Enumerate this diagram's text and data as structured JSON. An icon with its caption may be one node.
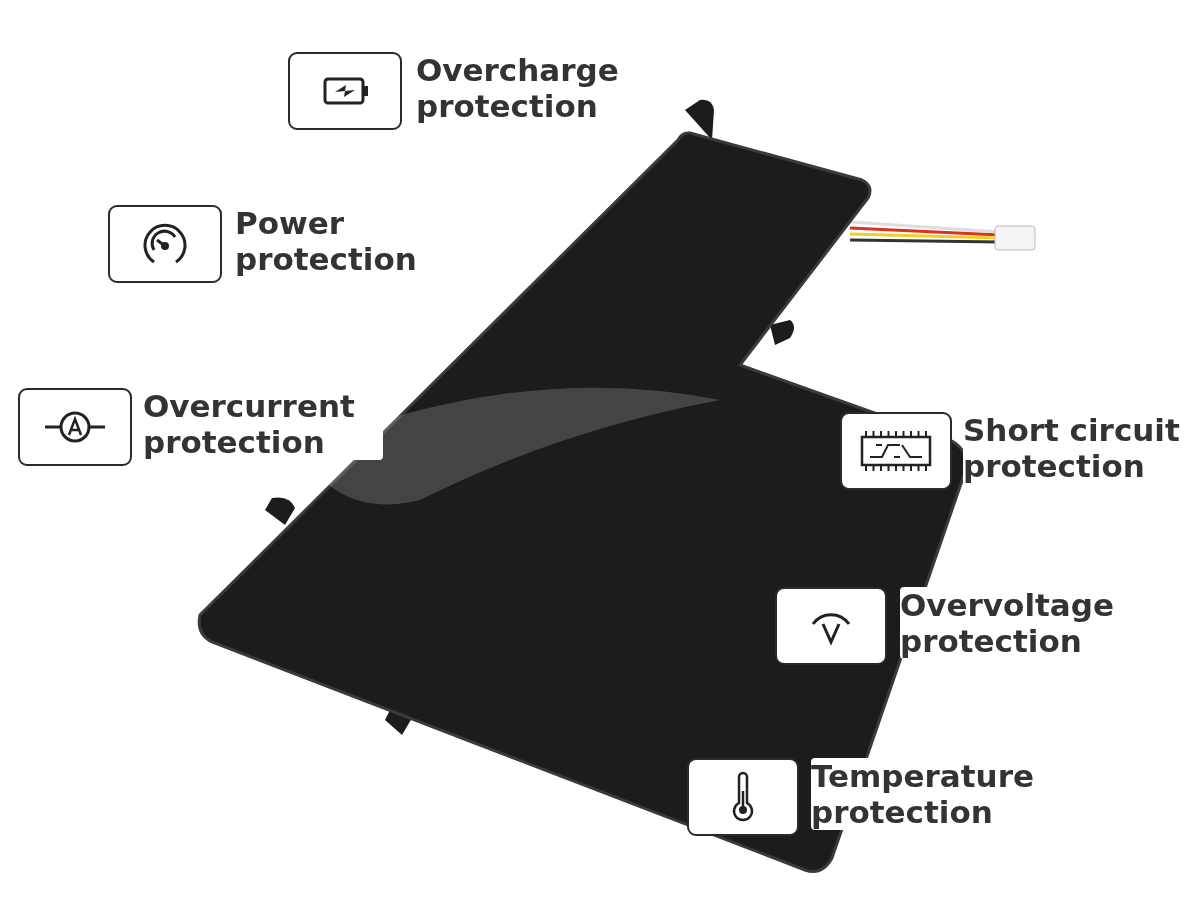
{
  "diagram": {
    "labels": [
      "Overcharge protection",
      "Power protection",
      "Overcurrent protection",
      "Short circuit protection",
      "Overvoltage protection",
      "Temperature protection"
    ]
  }
}
